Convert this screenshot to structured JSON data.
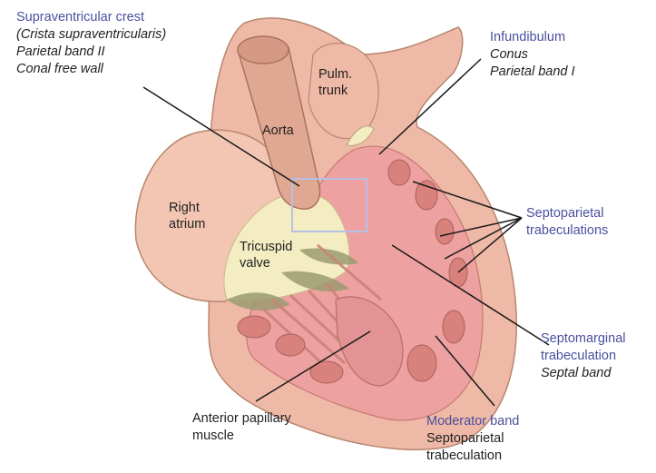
{
  "colors": {
    "heart_wall": "#efb9a7",
    "heart_outline": "#b8866e",
    "ventricle_cavity": "#eda1a0",
    "trabeculae": "#d8817d",
    "atrium": "#f3c6b3",
    "valve": "#f4edc2",
    "valve_leaflets": "#9c9c72",
    "blue_label": "#4a4f9e",
    "leader_lines": "#1a1a1a",
    "highlight_box": "#b7c0e6"
  },
  "labels": {
    "supraventricular": {
      "title": "Supraventricular crest",
      "lines": [
        "(Crista supraventricularis)",
        "Parietal band II",
        "Conal free wall"
      ]
    },
    "infundibulum": {
      "title": "Infundibulum",
      "lines": [
        "Conus",
        "Parietal band I"
      ]
    },
    "septoparietal": {
      "lines": [
        "Septoparietal",
        "trabeculations"
      ]
    },
    "septomarginal": {
      "lines": [
        "Septomarginal",
        "trabeculation"
      ],
      "sub": "Septal band"
    },
    "moderator": {
      "title": "Moderator band",
      "lines": [
        "Septoparietal",
        "trabeculation"
      ]
    },
    "papillary": {
      "lines": [
        "Anterior papillary",
        "muscle"
      ]
    }
  },
  "inner_labels": {
    "pulm_trunk": [
      "Pulm.",
      "trunk"
    ],
    "aorta": "Aorta",
    "right_atrium": [
      "Right",
      "atrium"
    ],
    "tricuspid": [
      "Tricuspid",
      "valve"
    ]
  }
}
